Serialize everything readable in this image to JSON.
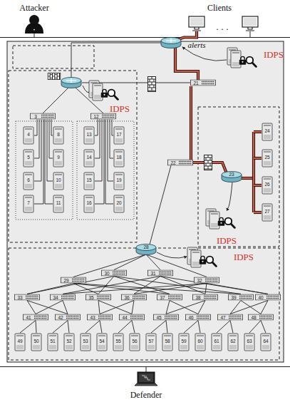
{
  "diagram": {
    "labels": [
      "Attacker",
      "Clients",
      "· · ·",
      "alerts",
      "IDPS",
      "IDPS",
      "IDPS",
      "IDPS",
      "3",
      "4",
      "5",
      "6",
      "7",
      "8",
      "9",
      "10",
      "11",
      "12",
      "13",
      "14",
      "15",
      "16",
      "17",
      "18",
      "19",
      "20",
      "21",
      "22",
      "23",
      "24",
      "25",
      "26",
      "27",
      "28",
      "29",
      "30",
      "31",
      "32",
      "33",
      "34",
      "35",
      "36",
      "37",
      "38",
      "39",
      "40",
      "41",
      "42",
      "43",
      "44",
      "45",
      "46",
      "47",
      "48",
      "49",
      "50",
      "51",
      "52",
      "53",
      "54",
      "55",
      "56",
      "57",
      "58",
      "59",
      "60",
      "61",
      "62",
      "63",
      "64",
      "Defender"
    ]
  }
}
